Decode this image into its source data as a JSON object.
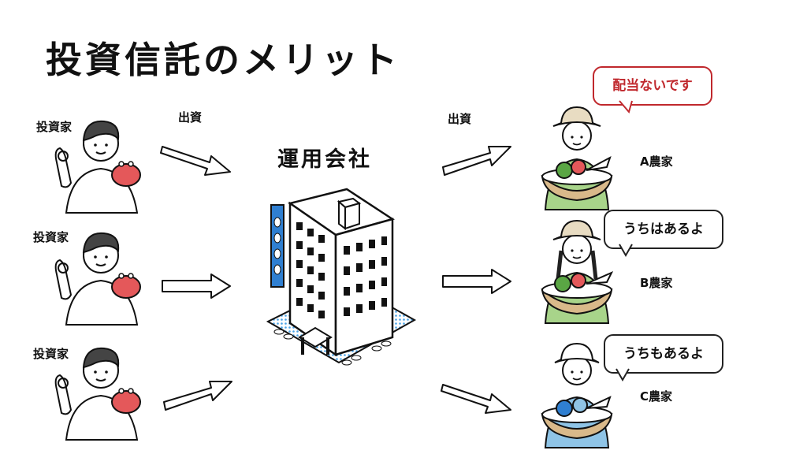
{
  "title": "投資信託のメリット",
  "investors": [
    {
      "label": "投資家"
    },
    {
      "label": "投資家"
    },
    {
      "label": "投資家"
    }
  ],
  "flow_left_label": "出資",
  "flow_right_label": "出資",
  "company_label": "運用会社",
  "farmers": [
    {
      "label": "A農家",
      "speech": "配当ないです",
      "speech_color": "#c0282d"
    },
    {
      "label": "B農家",
      "speech": "うちはあるよ",
      "speech_color": "#222222"
    },
    {
      "label": "C農家",
      "speech": "うちもあるよ",
      "speech_color": "#222222"
    }
  ],
  "colors": {
    "wallet": "#e4585a",
    "farmer_shirt_green": "#a8d48a",
    "farmer_shirt_blue": "#8fc4e6",
    "building_blue": "#2f7fd1",
    "building_dots": "#4aa3e6"
  }
}
